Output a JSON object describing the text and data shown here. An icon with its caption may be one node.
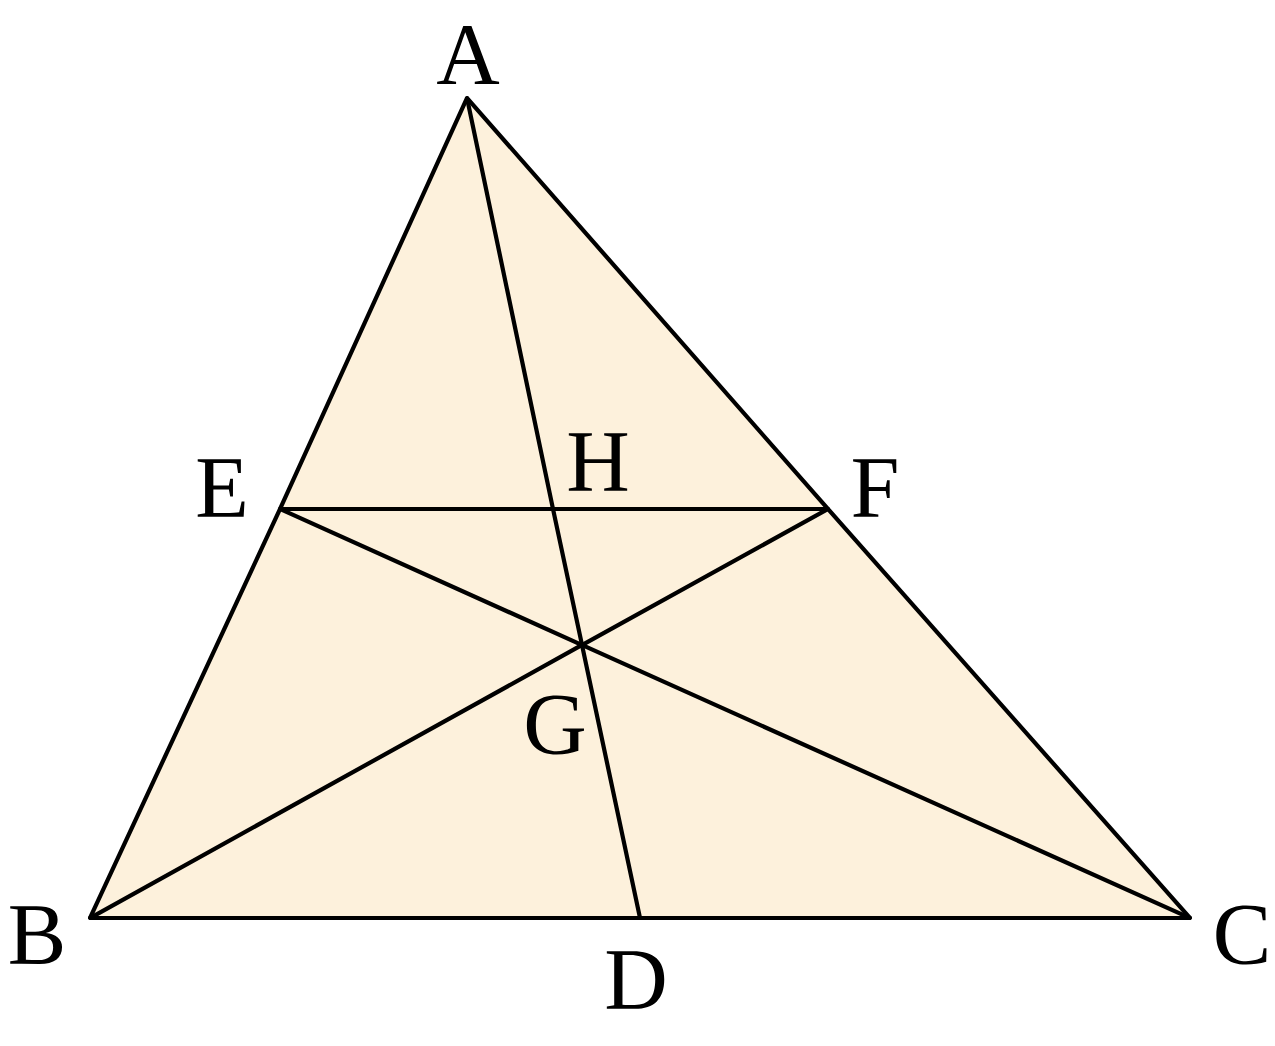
{
  "diagram": {
    "nodes": [
      {
        "text": [
          "A"
        ]
      },
      {
        "text": [
          "E"
        ]
      },
      {
        "text": [
          "H"
        ]
      },
      {
        "text": [
          "F"
        ]
      },
      {
        "text": [
          "G"
        ]
      },
      {
        "text": [
          "B"
        ]
      },
      {
        "text": [
          "D"
        ]
      },
      {
        "text": [
          "C"
        ]
      }
    ],
    "edges": [
      {
        "from": 0,
        "to": 1,
        "arrow": "none"
      },
      {
        "from": 1,
        "to": 5,
        "arrow": "none"
      },
      {
        "from": 5,
        "to": 6,
        "arrow": "none"
      },
      {
        "from": 6,
        "to": 7,
        "arrow": "none"
      },
      {
        "from": 7,
        "to": 3,
        "arrow": "none"
      },
      {
        "from": 3,
        "to": 0,
        "arrow": "none"
      },
      {
        "from": 1,
        "to": 2,
        "arrow": "none"
      },
      {
        "from": 2,
        "to": 3,
        "arrow": "none"
      },
      {
        "from": 0,
        "to": 2,
        "arrow": "none"
      },
      {
        "from": 2,
        "to": 4,
        "arrow": "none"
      },
      {
        "from": 4,
        "to": 6,
        "arrow": "none"
      },
      {
        "from": 5,
        "to": 4,
        "arrow": "none"
      },
      {
        "from": 4,
        "to": 3,
        "arrow": "none"
      },
      {
        "from": 1,
        "to": 4,
        "arrow": "none"
      },
      {
        "from": 4,
        "to": 7,
        "arrow": "none"
      }
    ]
  }
}
